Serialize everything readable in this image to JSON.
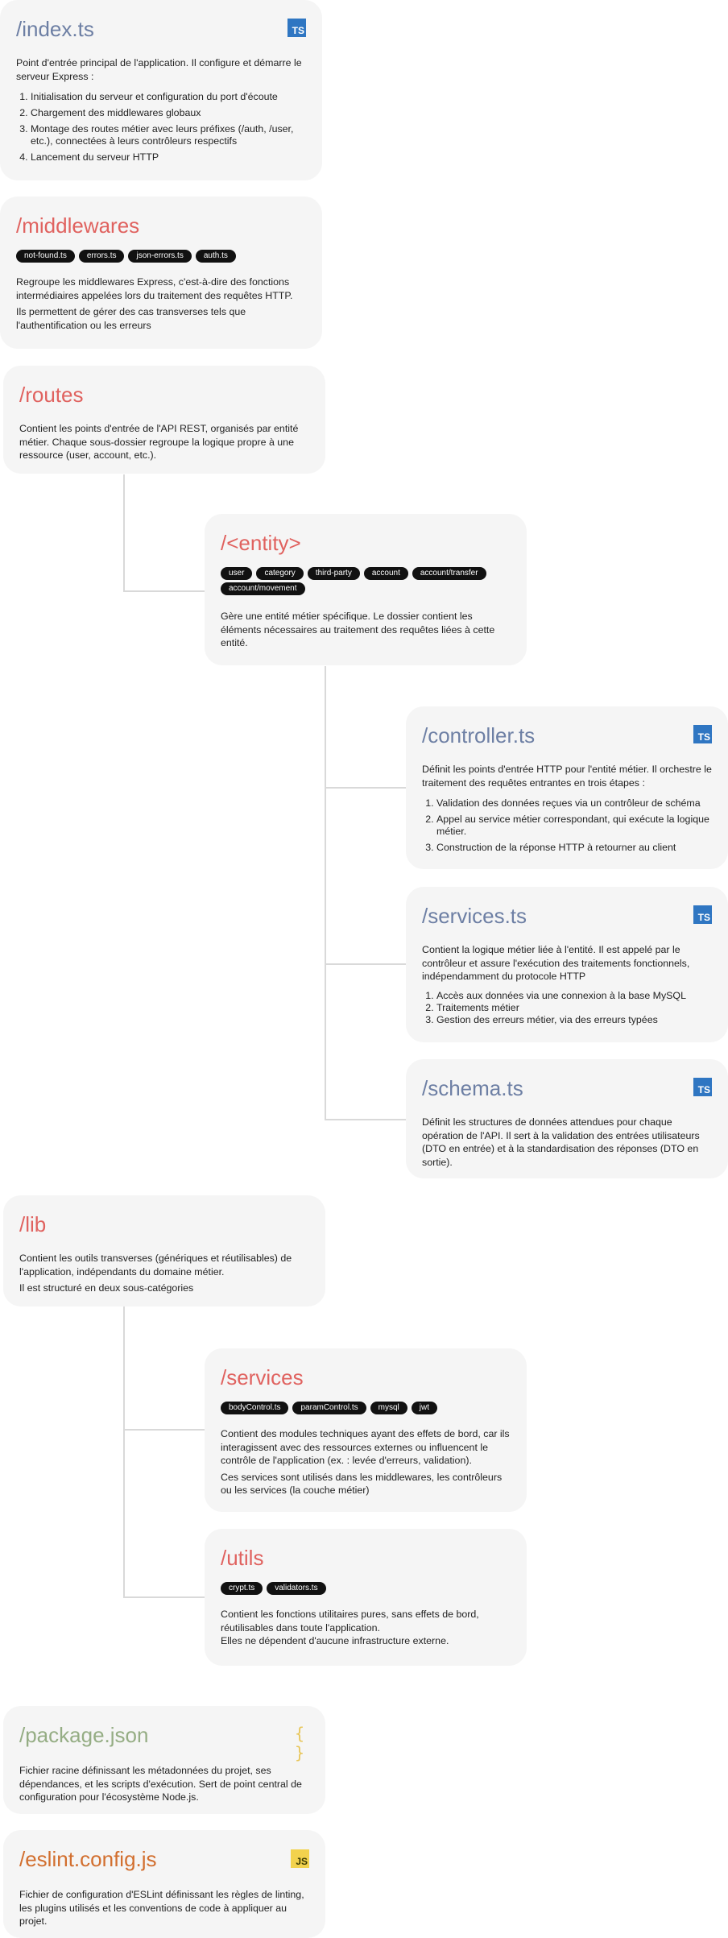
{
  "index": {
    "title": "/index.ts",
    "icon": "typescript-icon",
    "desc": "Point d'entrée principal de l'application. Il configure et démarre le serveur Express :",
    "steps": [
      "Initialisation du serveur et configuration du port d'écoute",
      "Chargement des middlewares globaux",
      "Montage des routes métier avec leurs préfixes (/auth, /user, etc.), connectées à leurs contrôleurs respectifs",
      "Lancement du serveur HTTP"
    ]
  },
  "middlewares": {
    "title": "/middlewares",
    "tags": [
      "not-found.ts",
      "errors.ts",
      "json-errors.ts",
      "auth.ts"
    ],
    "desc1": "Regroupe les middlewares Express, c'est-à-dire des fonctions intermédiaires appelées lors du traitement des requêtes HTTP.",
    "desc2": "Ils permettent de gérer des cas transverses tels que l'authentification ou les erreurs"
  },
  "routes": {
    "title": "/routes",
    "desc": "Contient les points d'entrée de l'API REST, organisés par entité métier. Chaque sous-dossier regroupe la logique propre à une ressource (user, account, etc.)."
  },
  "entity": {
    "title": "/<entity>",
    "tags": [
      "user",
      "category",
      "third-party",
      "account",
      "account/transfer",
      "account/movement"
    ],
    "desc": "Gère une entité métier spécifique. Le dossier contient les éléments nécessaires au traitement des requêtes liées à cette entité."
  },
  "controller": {
    "title": "/controller.ts",
    "icon": "typescript-icon",
    "desc": "Définit les points d'entrée HTTP pour l'entité métier. Il orchestre le traitement des requêtes entrantes en trois étapes :",
    "steps": [
      "Validation des données reçues via un contrôleur de schéma",
      "Appel au service métier correspondant, qui exécute la logique métier.",
      "Construction de la réponse HTTP à retourner au client"
    ]
  },
  "services_ts": {
    "title": "/services.ts",
    "icon": "typescript-icon",
    "desc": "Contient la logique métier liée à l'entité. Il est appelé par le contrôleur et assure l'exécution des traitements fonctionnels, indépendamment du protocole HTTP",
    "steps": [
      "Accès aux données via une connexion à la base MySQL",
      "Traitements métier",
      "Gestion des erreurs métier, via des erreurs typées"
    ]
  },
  "schema": {
    "title": "/schema.ts",
    "icon": "typescript-icon",
    "desc": "Définit les structures de données attendues pour chaque opération de l'API. Il sert à la validation des entrées utilisateurs (DTO en entrée) et à la standardisation des réponses (DTO en sortie)."
  },
  "lib": {
    "title": "/lib",
    "desc1": "Contient les outils transverses (génériques et réutilisables) de l'application, indépendants du domaine métier.",
    "desc2": "Il est structuré en deux sous-catégories"
  },
  "lib_services": {
    "title": "/services",
    "tags": [
      "bodyControl.ts",
      "paramControl.ts",
      "mysql",
      "jwt"
    ],
    "desc1": "Contient des modules techniques ayant des effets de bord, car ils interagissent avec des ressources externes ou influencent le contrôle de l'application (ex. : levée d'erreurs, validation).",
    "desc2": "Ces services sont utilisés dans les middlewares, les contrôleurs ou les services (la couche métier)"
  },
  "utils": {
    "title": "/utils",
    "tags": [
      "crypt.ts",
      "validators.ts"
    ],
    "desc1": "Contient les fonctions utilitaires pures, sans effets de bord, réutilisables dans toute l'application.",
    "desc2": "Elles ne dépendent d'aucune infrastructure externe."
  },
  "package": {
    "title": "/package.json",
    "icon": "json-braces-icon",
    "icon_text": "{ }",
    "desc": "Fichier racine définissant les métadonnées du projet, ses dépendances, et les scripts d'exécution. Sert de point central de configuration pour l'écosystème Node.js."
  },
  "eslint": {
    "title": "/eslint.config.js",
    "icon": "javascript-icon",
    "icon_text": "JS",
    "desc": "Fichier de configuration d'ESLint définissant les règles de linting, les plugins utilisés et les conventions de code à appliquer au projet."
  },
  "ts_badge": "TS"
}
